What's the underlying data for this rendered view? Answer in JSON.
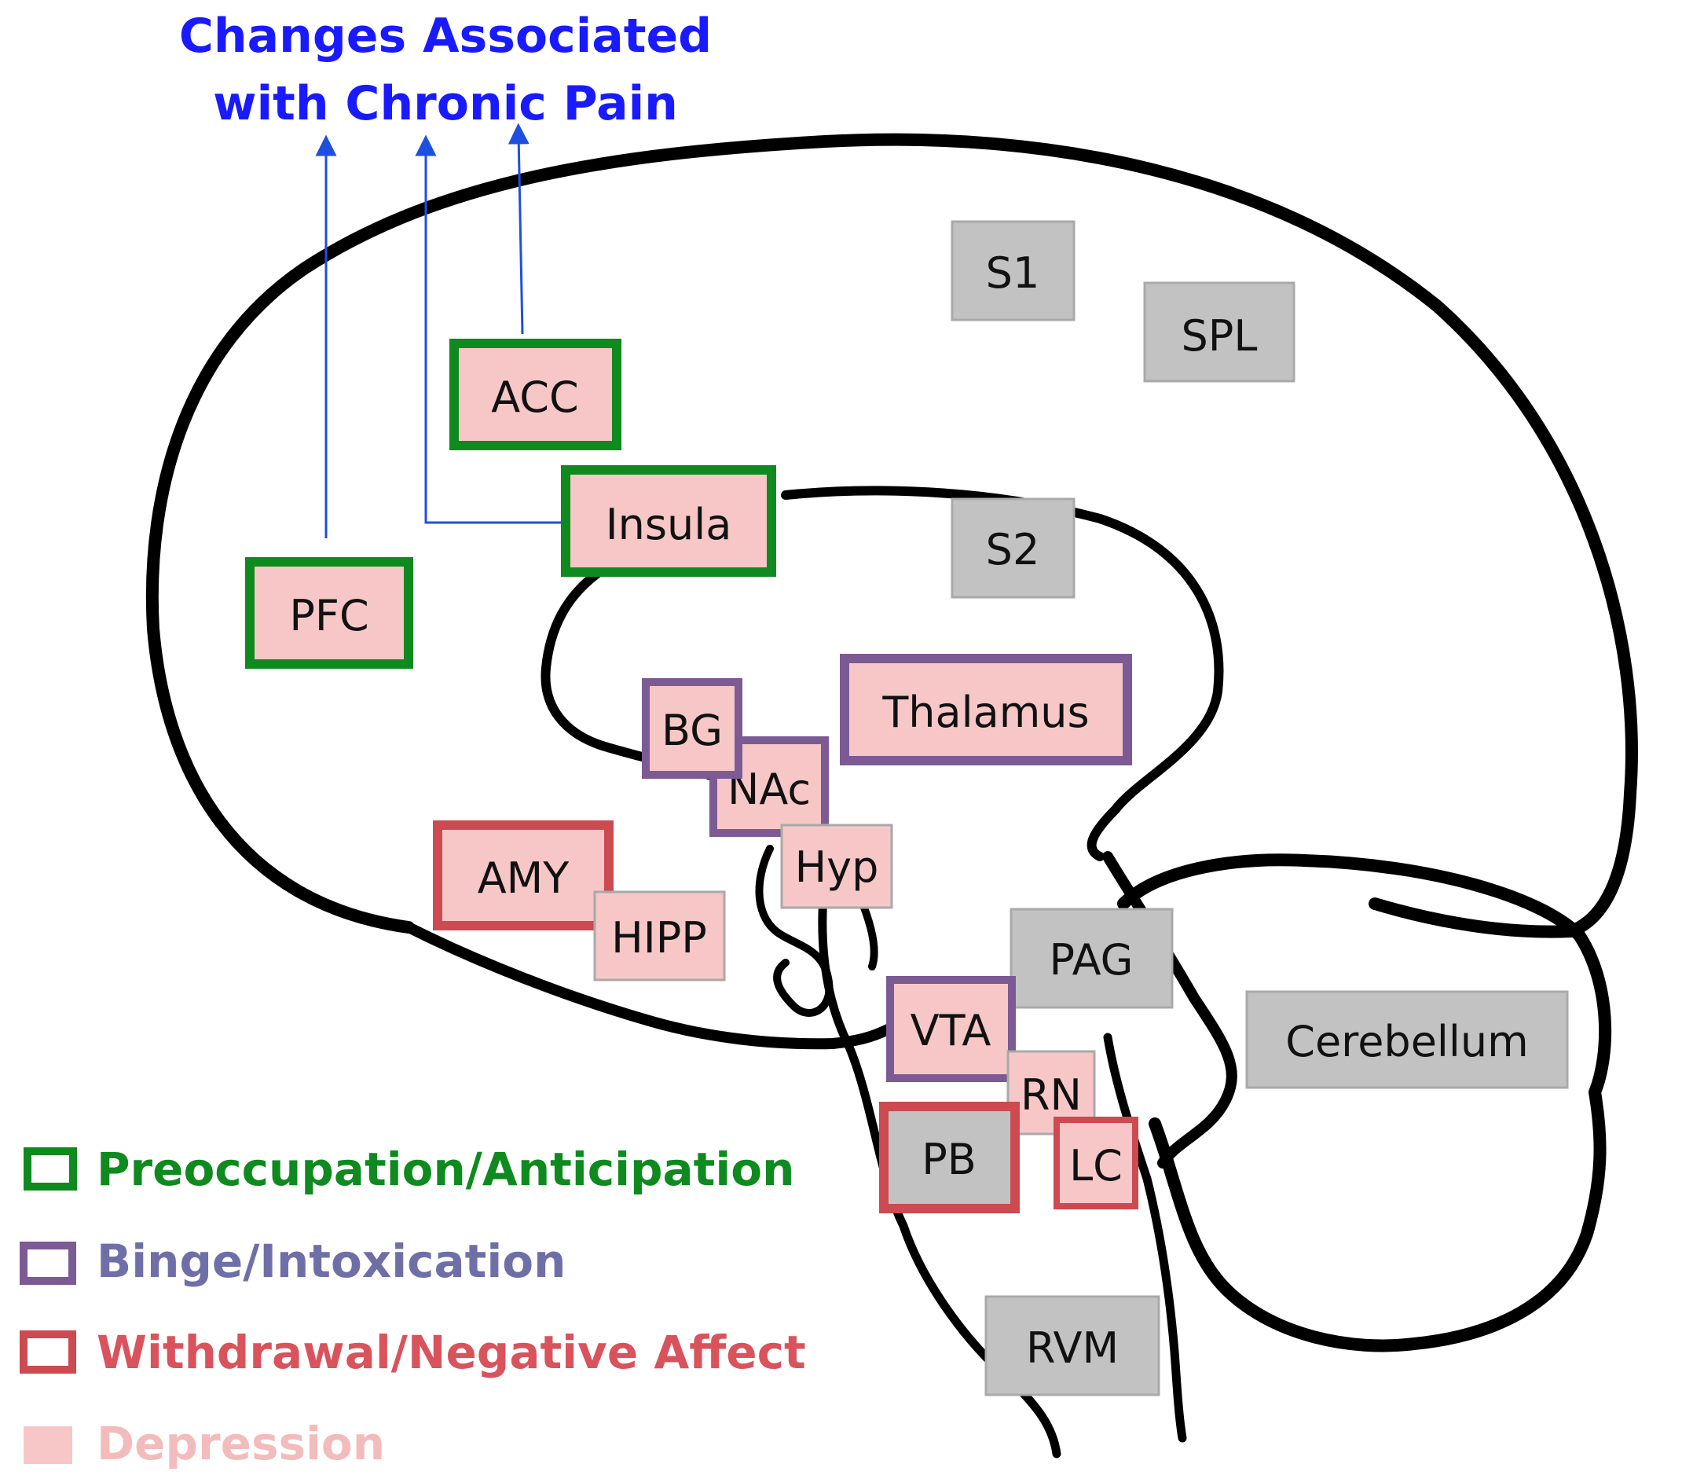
{
  "title": {
    "line1": "Changes Associated",
    "line2": "with Chronic Pain"
  },
  "colors": {
    "preoccupation": "#0e8a1e",
    "binge": "#7c5a93",
    "withdrawal": "#cc4a50",
    "depression": "#f7c7c7",
    "gray_box": "#c2c2c2",
    "gray_border": "#a9a9a9",
    "arrow": "#1f4fe0",
    "title": "#1a1aff",
    "outline": "#000000"
  },
  "regions": {
    "S1": "S1",
    "SPL": "SPL",
    "S2": "S2",
    "PAG": "PAG",
    "Cerebellum": "Cerebellum",
    "RVM": "RVM",
    "ACC": "ACC",
    "Insula": "Insula",
    "PFC": "PFC",
    "BG": "BG",
    "NAc": "NAc",
    "Thalamus": "Thalamus",
    "Hyp": "Hyp",
    "AMY": "AMY",
    "HIPP": "HIPP",
    "VTA": "VTA",
    "RN": "RN",
    "PB": "PB",
    "LC": "LC"
  },
  "legend": {
    "preoccupation": "Preoccupation/Anticipation",
    "binge": "Binge/Intoxication",
    "withdrawal": "Withdrawal/Negative Affect",
    "depression": "Depression"
  }
}
